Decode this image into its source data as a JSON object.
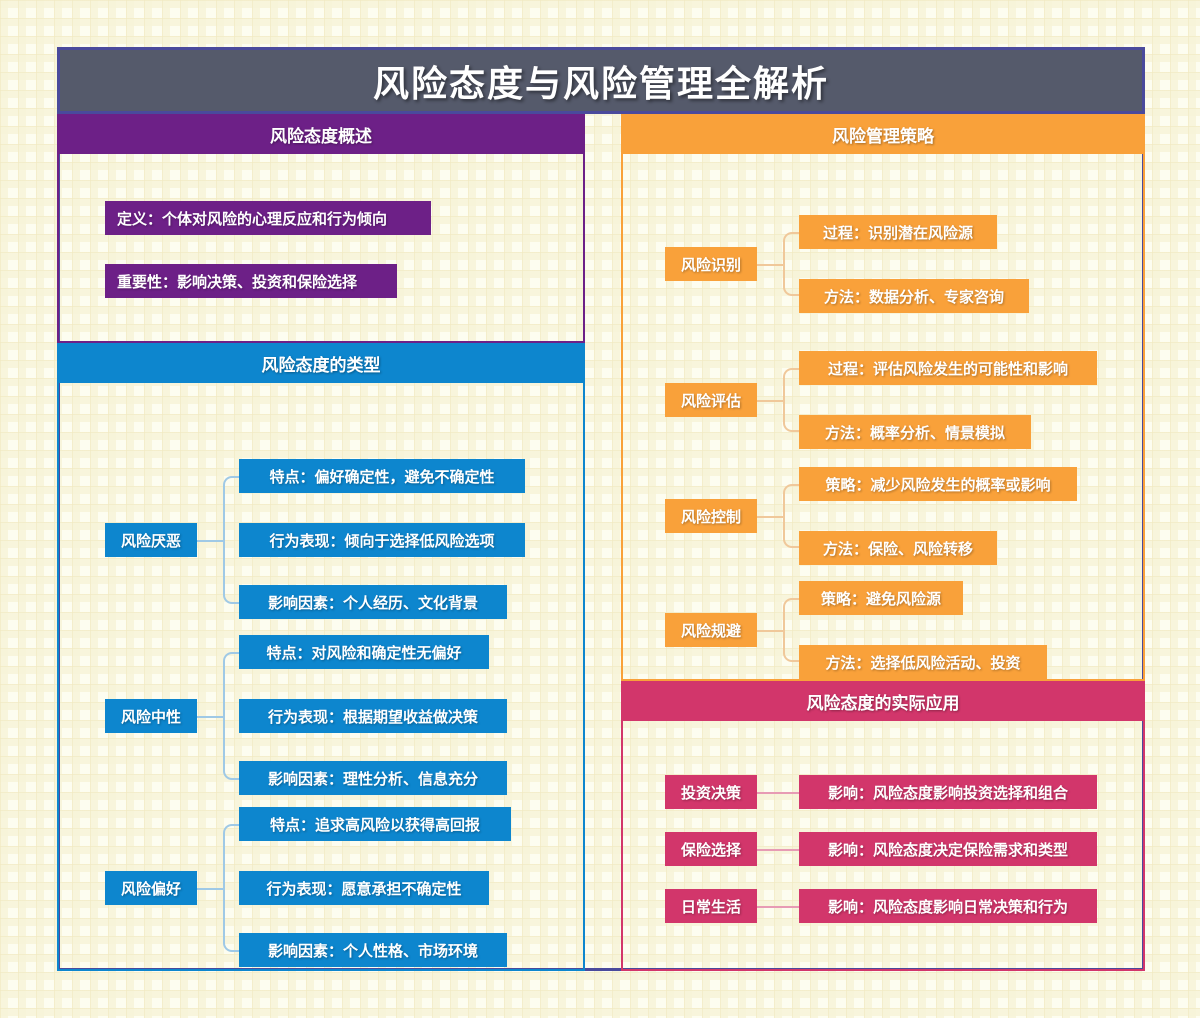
{
  "header": {
    "title": "风险态度与风险管理全解析"
  },
  "colors": {
    "title_bar": "#555A6B",
    "frame_border": "#4A4A9C",
    "purple": "#6D2087",
    "blue": "#0D86CE",
    "orange": "#F9A13A",
    "pink": "#D2366B",
    "background": "#FDFDF0"
  },
  "panels": {
    "overview": {
      "title": "风险态度概述",
      "items": [
        "定义：个体对风险的心理反应和行为倾向",
        "重要性：影响决策、投资和保险选择"
      ]
    },
    "types": {
      "title": "风险态度的类型",
      "branches": [
        {
          "label": "风险厌恶",
          "children": [
            "特点：偏好确定性，避免不确定性",
            "行为表现：倾向于选择低风险选项",
            "影响因素：个人经历、文化背景"
          ]
        },
        {
          "label": "风险中性",
          "children": [
            "特点：对风险和确定性无偏好",
            "行为表现：根据期望收益做决策",
            "影响因素：理性分析、信息充分"
          ]
        },
        {
          "label": "风险偏好",
          "children": [
            "特点：追求高风险以获得高回报",
            "行为表现：愿意承担不确定性",
            "影响因素：个人性格、市场环境"
          ]
        }
      ]
    },
    "strategy": {
      "title": "风险管理策略",
      "branches": [
        {
          "label": "风险识别",
          "children": [
            "过程：识别潜在风险源",
            "方法：数据分析、专家咨询"
          ]
        },
        {
          "label": "风险评估",
          "children": [
            "过程：评估风险发生的可能性和影响",
            "方法：概率分析、情景模拟"
          ]
        },
        {
          "label": "风险控制",
          "children": [
            "策略：减少风险发生的概率或影响",
            "方法：保险、风险转移"
          ]
        },
        {
          "label": "风险规避",
          "children": [
            "策略：避免风险源",
            "方法：选择低风险活动、投资"
          ]
        }
      ]
    },
    "apply": {
      "title": "风险态度的实际应用",
      "rows": [
        {
          "label": "投资决策",
          "value": "影响：风险态度影响投资选择和组合"
        },
        {
          "label": "保险选择",
          "value": "影响：风险态度决定保险需求和类型"
        },
        {
          "label": "日常生活",
          "value": "影响：风险态度影响日常决策和行为"
        }
      ]
    }
  }
}
